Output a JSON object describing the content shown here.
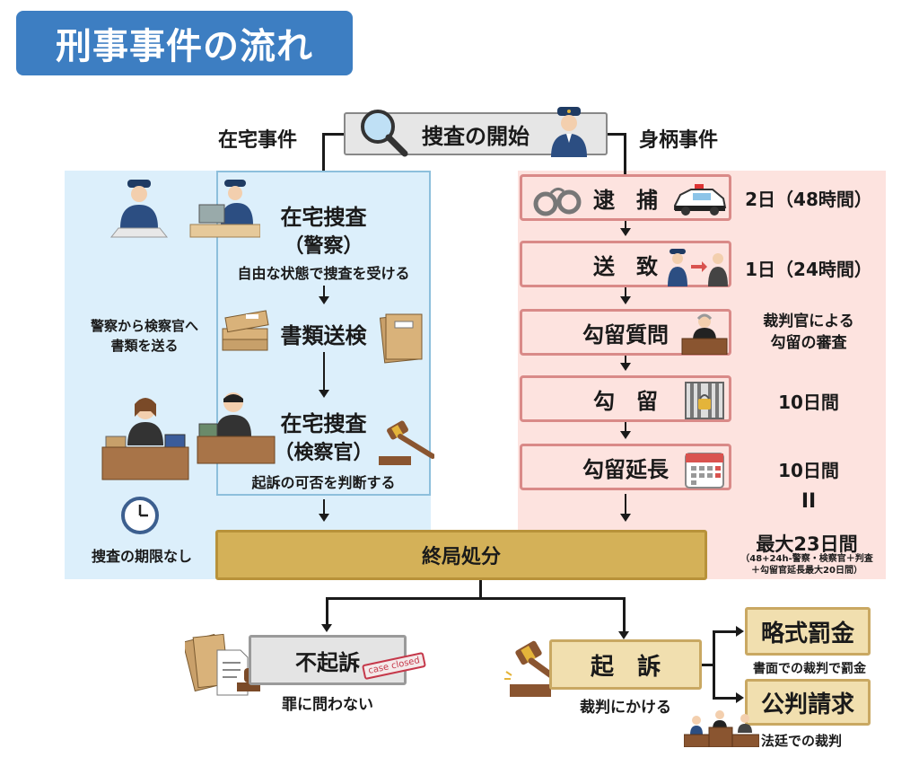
{
  "title": "刑事事件の流れ",
  "start": {
    "label": "捜査の開始",
    "icons": [
      "magnifier-icon",
      "police-officer-icon"
    ]
  },
  "branches": {
    "left": "在宅事件",
    "right": "身柄事件"
  },
  "zaitaku": {
    "step1": {
      "title": "在宅捜査",
      "sub": "（警察）",
      "desc": "自由な状態で捜査を受ける"
    },
    "step2": {
      "title": "書類送検",
      "side_note_line1": "警察から検察官へ",
      "side_note_line2": "書類を送る"
    },
    "step3": {
      "title": "在宅捜査",
      "sub": "（検察官）",
      "desc": "起訴の可否を判断する"
    },
    "no_deadline": "捜査の期限なし"
  },
  "mikara": {
    "steps": [
      {
        "label": "逮　捕",
        "duration": "2日（48時間）",
        "icon": "handcuffs-icon"
      },
      {
        "label": "送　致",
        "duration": "1日（24時間）",
        "icon": "police-to-prosecutor-icon"
      },
      {
        "label": "勾留質問",
        "duration_line1": "裁判官による",
        "duration_line2": "勾留の審査",
        "icon": "judge-icon"
      },
      {
        "label": "勾　留",
        "duration": "10日間",
        "icon": "jail-icon"
      },
      {
        "label": "勾留延長",
        "duration": "10日間",
        "icon": "calendar-icon"
      }
    ],
    "equals": "II",
    "max_total": "最大23日間",
    "max_note_line1": "（48+24h-警察・検察官＋判査",
    "max_note_line2": "＋勾留官延長最大20日間）"
  },
  "final": {
    "label": "終局処分"
  },
  "outcomes": {
    "not_indicted": {
      "label": "不起訴",
      "stamp": "case closed",
      "desc": "罪に問わない"
    },
    "indicted": {
      "label": "起　訴",
      "desc": "裁判にかける"
    },
    "summary": {
      "label": "略式罰金",
      "desc": "書面での裁判で罰金"
    },
    "formal": {
      "label": "公判請求",
      "desc": "法廷での裁判"
    }
  }
}
